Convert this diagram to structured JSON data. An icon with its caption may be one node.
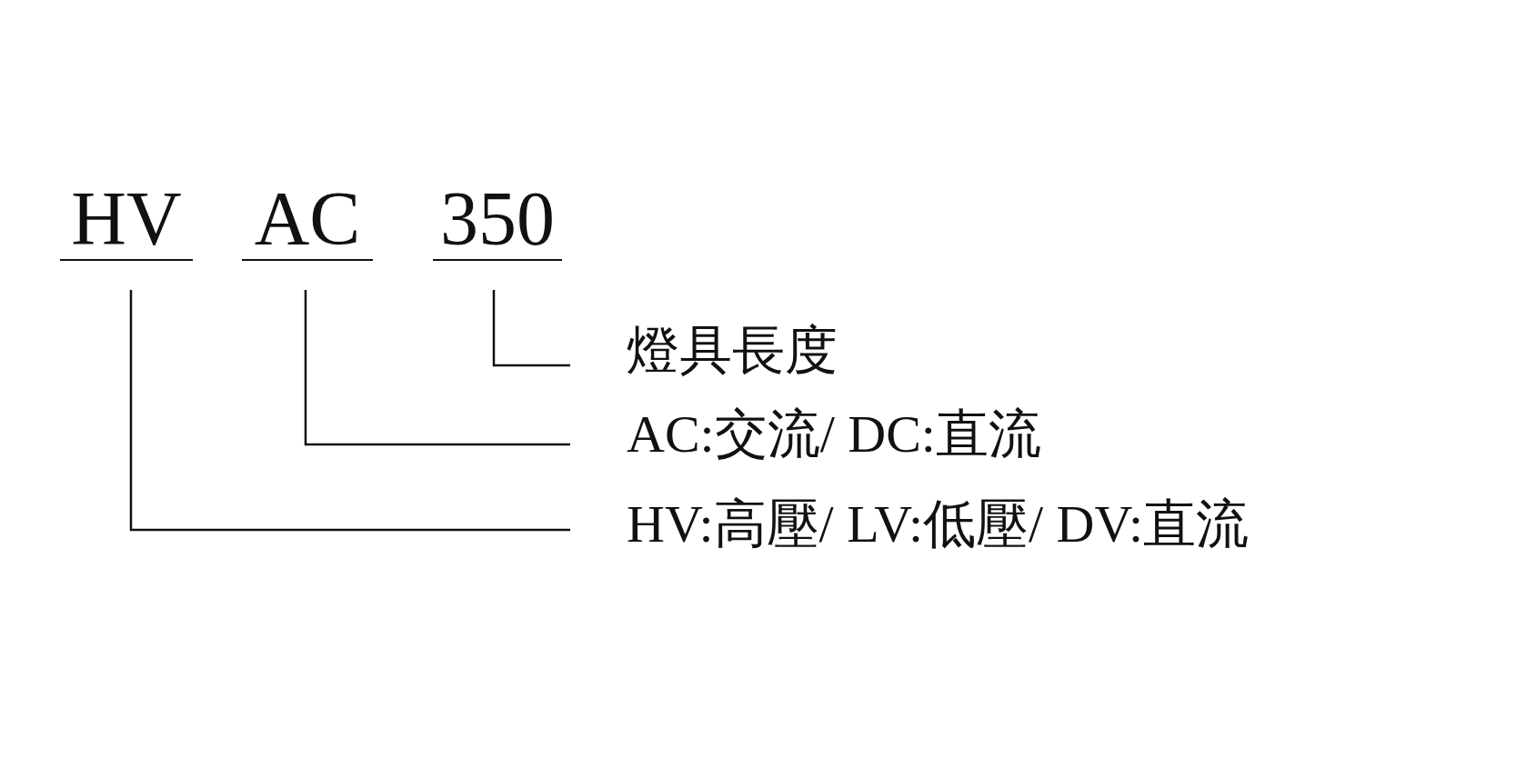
{
  "diagram": {
    "nodes": [
      {
        "text": [
          "HV"
        ]
      },
      {
        "text": [
          "AC"
        ]
      },
      {
        "text": [
          "350"
        ]
      },
      {
        "text": [
          "燈具長度"
        ]
      },
      {
        "text": [
          "AC:交流/ DC:直流"
        ]
      },
      {
        "text": [
          "HV:高壓/ LV:低壓/ DV:直流"
        ]
      }
    ],
    "edges": [
      {
        "from": 2,
        "to": 3,
        "arrow": "none"
      },
      {
        "from": 1,
        "to": 4,
        "arrow": "none"
      },
      {
        "from": 0,
        "to": 5,
        "arrow": "none"
      }
    ]
  }
}
